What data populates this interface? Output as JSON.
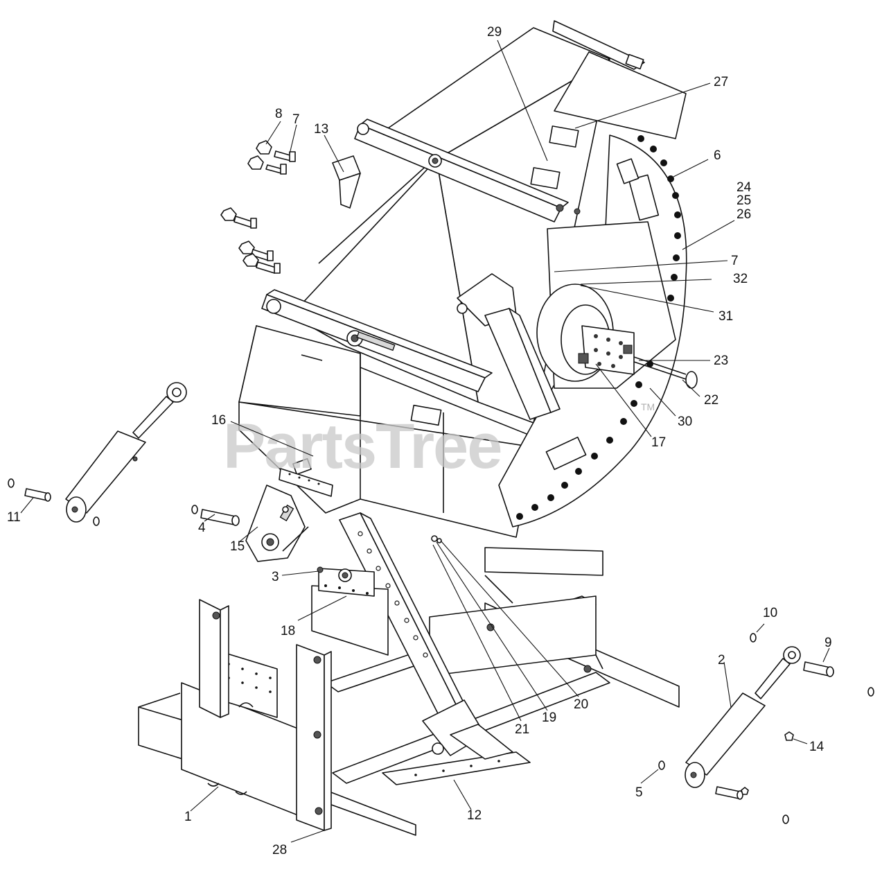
{
  "watermark": {
    "text": "PartsTree",
    "trademark": "TM"
  },
  "callouts": {
    "c1": "1",
    "c2": "2",
    "c3": "3",
    "c4": "4",
    "c5": "5",
    "c6": "6",
    "c7a": "7",
    "c7b": "7",
    "c8": "8",
    "c9": "9",
    "c10": "10",
    "c11": "11",
    "c12": "12",
    "c13": "13",
    "c14": "14",
    "c15": "15",
    "c16": "16",
    "c17": "17",
    "c18": "18",
    "c19": "19",
    "c20": "20",
    "c21": "21",
    "c22": "22",
    "c23": "23",
    "c24": "24",
    "c25": "25",
    "c26": "26",
    "c27": "27",
    "c28": "28",
    "c29": "29",
    "c30": "30",
    "c31": "31",
    "c32": "32"
  }
}
